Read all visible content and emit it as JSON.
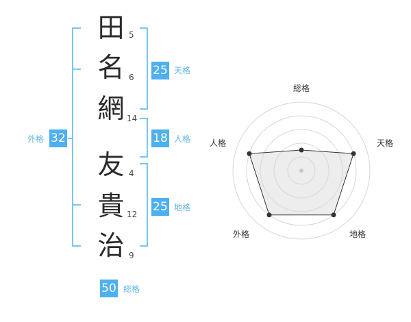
{
  "name_chars": [
    {
      "char": "田",
      "strokes": "5"
    },
    {
      "char": "名",
      "strokes": "6"
    },
    {
      "char": "網",
      "strokes": "14"
    },
    {
      "char": "友",
      "strokes": "4"
    },
    {
      "char": "貴",
      "strokes": "12"
    },
    {
      "char": "治",
      "strokes": "9"
    }
  ],
  "kakusu": {
    "tenkaku": {
      "value": "25",
      "label": "天格"
    },
    "jinkaku": {
      "value": "18",
      "label": "人格"
    },
    "chikaku": {
      "value": "25",
      "label": "地格"
    },
    "gaikaku": {
      "value": "32",
      "label": "外格"
    },
    "soukaku": {
      "value": "50",
      "label": "総格"
    }
  },
  "colors": {
    "accent": "#4db0ef",
    "bracket": "#7cc4f1",
    "label": "#62b5e8"
  },
  "chart_data": {
    "type": "radar",
    "axes": [
      "総格",
      "天格",
      "地格",
      "外格",
      "人格"
    ],
    "values": [
      1.5,
      4,
      4,
      4,
      4
    ],
    "max": 5,
    "grid_rings": 5
  }
}
